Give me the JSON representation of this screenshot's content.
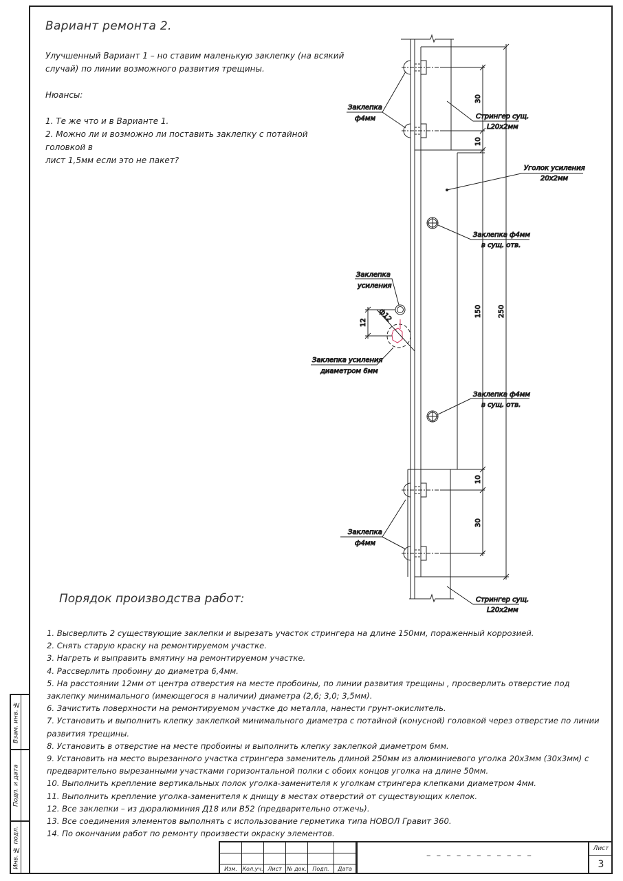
{
  "document": {
    "title": "Вариант ремонта 2.",
    "intro": [
      "Улучшенный Вариант 1 – но ставим маленькую заклепку (на всякий",
      "случай) по линии возможного развития трещины."
    ],
    "nuances_heading": "Нюансы:",
    "nuances": [
      "1. Те же что и в Варианте 1.",
      "2. Можно ли и возможно ли поставить заклепку с потайной головкой в",
      "лист 1,5мм если это не пакет?"
    ]
  },
  "drawing": {
    "labels": {
      "rivet_top": [
        "Заклепка",
        "ф4мм"
      ],
      "stringer_top": [
        "Стрингер сущ.",
        "L20x2мм"
      ],
      "angle": [
        "Уголок усиления",
        "20x2мм"
      ],
      "rivet_existing_1": [
        "Заклепка ф4мм",
        "в сущ. отв."
      ],
      "reinf_rivet": [
        "Заклепка",
        "усиления"
      ],
      "reinf_rivet_6": [
        "Заклепка усиления",
        "диаметром 6мм"
      ],
      "rivet_existing_2": [
        "Заклепка ф4мм",
        "в сущ. отв."
      ],
      "rivet_bottom": [
        "Заклепка",
        "ф4мм"
      ],
      "stringer_bottom": [
        "Стрингер сущ.",
        "L20x2мм"
      ]
    },
    "dimensions": {
      "top_30": "30",
      "top_10": "10",
      "mid_150": "150",
      "total_250": "250",
      "bottom_10": "10",
      "bottom_30": "30",
      "offset_12": "12",
      "dia_12": "ф12"
    },
    "colors": {
      "line": "#222222",
      "crack_highlight": "#d0305a"
    }
  },
  "works": {
    "title": "Порядок производства работ:",
    "items": [
      "1. Высверлить 2 существующие заклепки и вырезать участок стрингера на длине 150мм, пораженный коррозией.",
      "2. Снять старую краску на ремонтируемом участке.",
      "3. Нагреть и выправить вмятину на ремонтируемом участке.",
      "4. Рассверлить пробоину до диаметра 6,4мм.",
      "5. На расстоянии 12мм от центра отверстия на месте пробоины, по линии развития трещины , просверлить отверстие под заклепку минимального (имеющегося в наличии) диаметра (2,6; 3,0; 3,5мм).",
      "6. Зачистить поверхности на ремонтируемом участке до металла, нанести грунт-окислитель.",
      "7. Установить и выполнить клепку заклепкой минимального диаметра с потайной (конусной) головкой  через отверстие по линии развития трещины.",
      "8. Установить в отверстие на месте пробоины и выполнить клепку заклепкой диаметром 6мм.",
      "9. Установить на место вырезанного участка стрингера заменитель длиной 250мм из алюминиевого уголка 20x3мм (30x3мм) с предварительно вырезанными участками горизонтальной полки с обоих концов уголка на длине 50мм.",
      "10. Выполнить крепление вертикальных полок уголка-заменителя к уголкам стрингера клепками диаметром 4мм.",
      "11. Выполнить крепление уголка-заменителя к днищу в местах отверстий от существующих клепок.",
      "12. Все заклепки – из дюралюминия Д18 или В52 (предварительно отжечь).",
      "13. Все соединения элементов выполнять с использование герметика типа НОВОЛ Гравит 360.",
      "14. По окончании работ по ремонту произвести окраску элементов."
    ]
  },
  "title_block": {
    "columns": [
      "Изм.",
      "Кол.уч.",
      "Лист",
      "№ док.",
      "Подп.",
      "Дата"
    ],
    "designation": "– – – – – – – – – – –",
    "sheet_label": "Лист",
    "sheet_number": "3"
  },
  "side_stamp": {
    "cells": [
      "Взам. инв. №",
      "Подп. и дата",
      "Инв. № подл."
    ]
  }
}
